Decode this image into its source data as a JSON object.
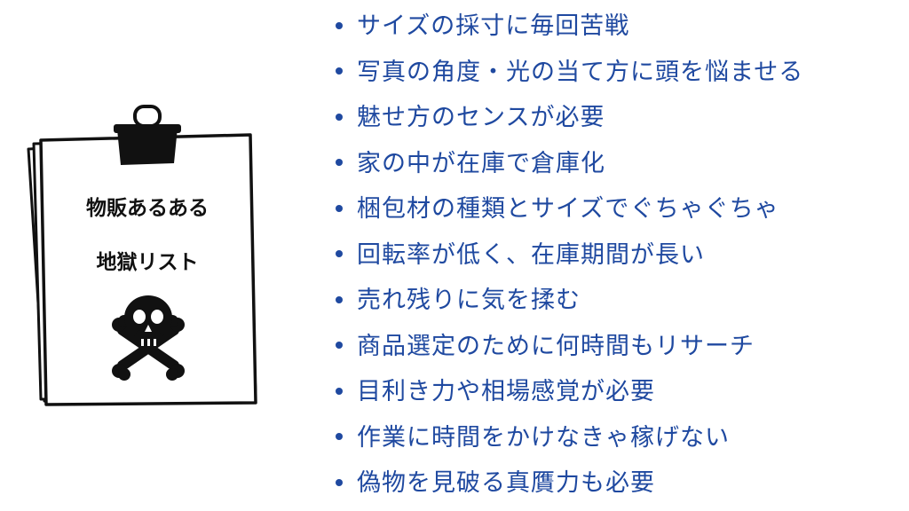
{
  "clipboard": {
    "title_line1": "物販あるある",
    "title_line2": "地獄リスト",
    "icon": "skull-crossbones-icon"
  },
  "colors": {
    "list_text": "#1f49a0",
    "outline": "#111111",
    "paper": "#ffffff"
  },
  "items": [
    "サイズの採寸に毎回苦戦",
    "写真の角度・光の当て方に頭を悩ませる",
    "魅せ方のセンスが必要",
    "家の中が在庫で倉庫化",
    "梱包材の種類とサイズでぐちゃぐちゃ",
    "回転率が低く、在庫期間が長い",
    "売れ残りに気を揉む",
    "商品選定のために何時間もリサーチ",
    "目利き力や相場感覚が必要",
    "作業に時間をかけなきゃ稼げない",
    "偽物を見破る真贋力も必要"
  ]
}
